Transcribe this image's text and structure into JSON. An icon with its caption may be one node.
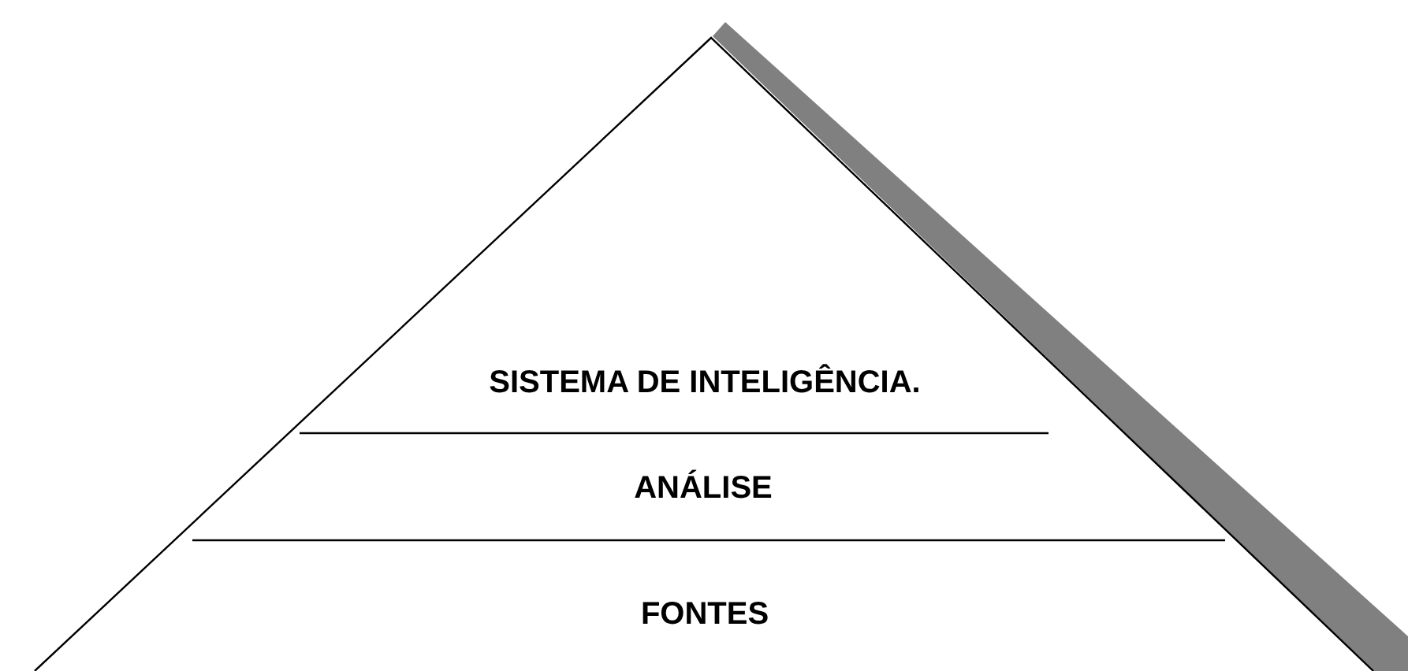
{
  "diagram": {
    "nodes": [
      {
        "text": [
          "SISTEMA DE INTELIGÊNCIA."
        ]
      },
      {
        "text": [
          "ANÁLISE"
        ]
      },
      {
        "text": [
          "FONTES"
        ]
      }
    ]
  }
}
